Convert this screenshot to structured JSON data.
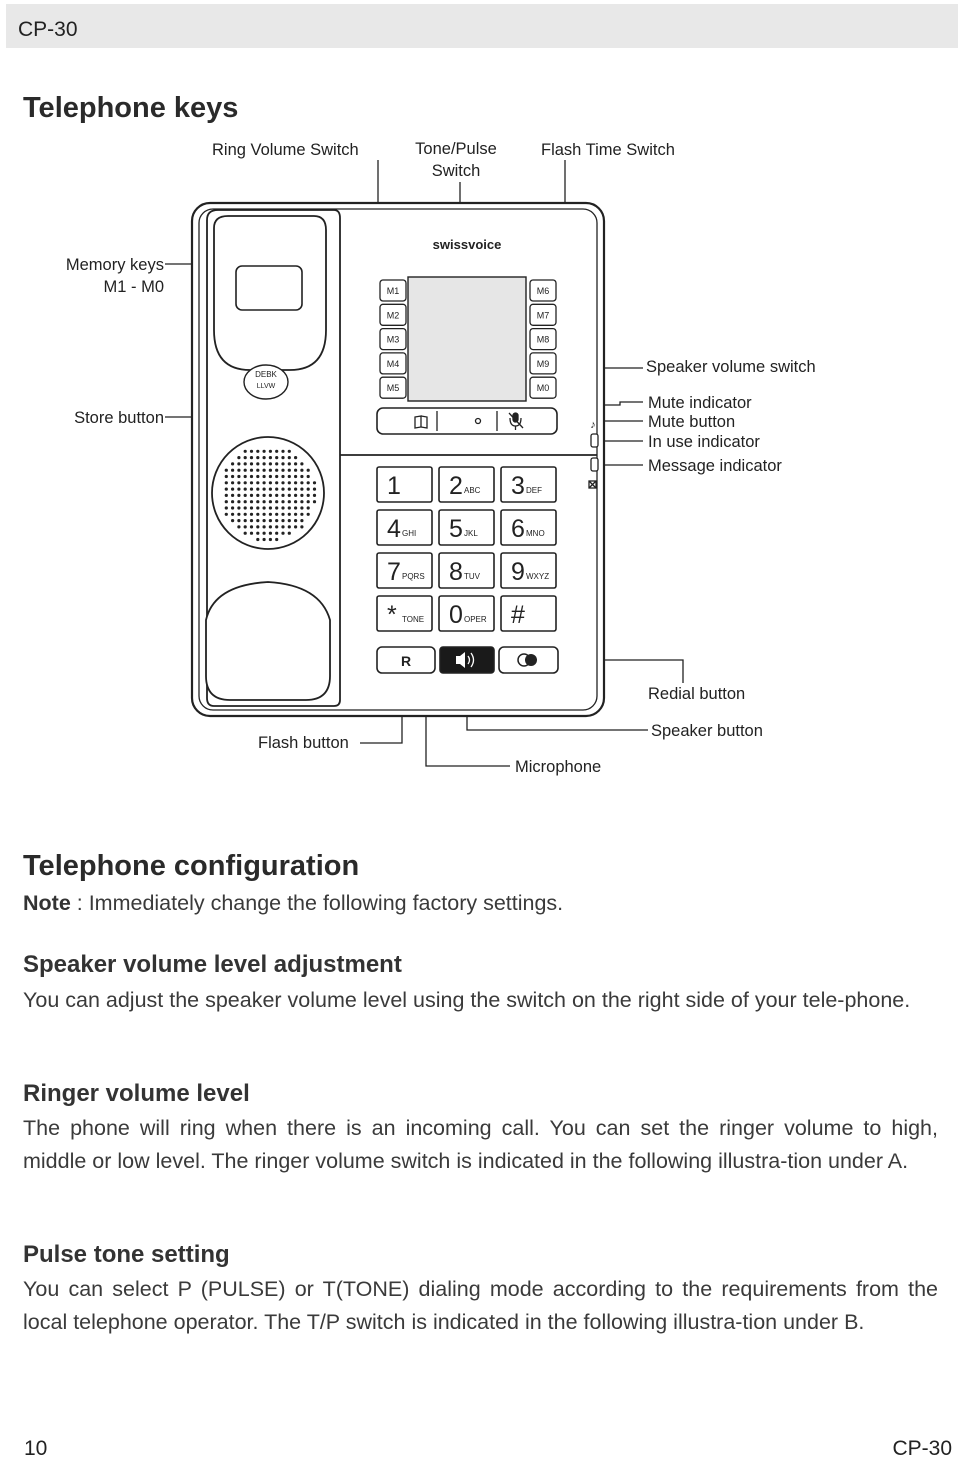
{
  "header": {
    "model": "CP-30"
  },
  "section1": {
    "title": "Telephone keys"
  },
  "diagram": {
    "brand": "swissvoice",
    "labels": {
      "ring_volume_switch": "Ring Volume Switch",
      "tone_pulse_switch_1": "Tone/Pulse",
      "tone_pulse_switch_2": "Switch",
      "flash_time_switch": "Flash Time Switch",
      "memory_keys_1": "Memory keys",
      "memory_keys_2": "M1 - M0",
      "store_button": "Store button",
      "speaker_volume_switch": "Speaker volume switch",
      "mute_indicator": "Mute indicator",
      "mute_button": "Mute button",
      "in_use_indicator": "In use indicator",
      "message_indicator": "Message indicator",
      "redial_button": "Redial button",
      "speaker_button": "Speaker button",
      "flash_button": "Flash button",
      "microphone": "Microphone"
    },
    "memory_left": [
      "M1",
      "M2",
      "M3",
      "M4",
      "M5"
    ],
    "memory_right": [
      "M6",
      "M7",
      "M8",
      "M9",
      "M0"
    ],
    "keypad": [
      {
        "digit": "1",
        "letters": ""
      },
      {
        "digit": "2",
        "letters": "ABC"
      },
      {
        "digit": "3",
        "letters": "DEF"
      },
      {
        "digit": "4",
        "letters": "GHI"
      },
      {
        "digit": "5",
        "letters": "JKL"
      },
      {
        "digit": "6",
        "letters": "MNO"
      },
      {
        "digit": "7",
        "letters": "PQRS"
      },
      {
        "digit": "8",
        "letters": "TUV"
      },
      {
        "digit": "9",
        "letters": "WXYZ"
      },
      {
        "digit": "*",
        "letters": "TONE"
      },
      {
        "digit": "0",
        "letters": "OPER"
      },
      {
        "digit": "#",
        "letters": ""
      }
    ],
    "flash_key": "R",
    "cradle_labels": [
      "DEBK",
      "LLVW"
    ]
  },
  "section2": {
    "title": "Telephone configuration",
    "note_label": "Note",
    "note_text": " : Immediately change the following factory settings."
  },
  "speaker_volume": {
    "title": "Speaker volume level adjustment",
    "text": "You can adjust the speaker volume level using the switch on the right side of your tele-phone."
  },
  "ringer_volume": {
    "title": "Ringer volume level",
    "text": "The phone will ring when there is an incoming call. You can set the ringer volume to high, middle or low level. The ringer volume switch is indicated in the following illustra-tion under A."
  },
  "pulse_tone": {
    "title": "Pulse tone setting",
    "text": "You can select P (PULSE) or T(TONE) dialing mode according to the requirements from the local telephone operator. The T/P switch is indicated in the following illustra-tion under B."
  },
  "footer": {
    "page_number": "10",
    "model": "CP-30"
  }
}
